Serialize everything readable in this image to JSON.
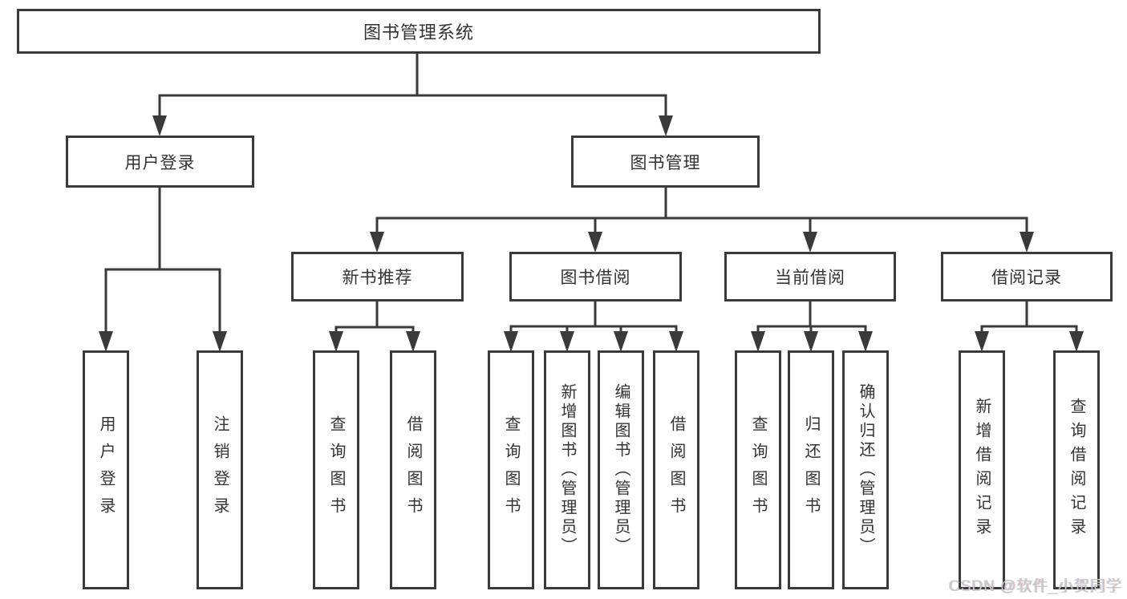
{
  "diagram": {
    "root": {
      "label": "图书管理系统"
    },
    "level2": [
      {
        "label": "用户登录"
      },
      {
        "label": "图书管理"
      }
    ],
    "level3": [
      {
        "label": "新书推荐"
      },
      {
        "label": "图书借阅"
      },
      {
        "label": "当前借阅"
      },
      {
        "label": "借阅记录"
      }
    ],
    "leaves": {
      "login": [
        {
          "label": "用户登录"
        },
        {
          "label": "注销登录"
        }
      ],
      "recommend": [
        {
          "label": "查询图书"
        },
        {
          "label": "借阅图书"
        }
      ],
      "borrow": [
        {
          "label": "查询图书"
        },
        {
          "label": "新增图书（管理员）"
        },
        {
          "label": "编辑图书（管理员）"
        },
        {
          "label": "借阅图书"
        }
      ],
      "current": [
        {
          "label": "查询图书"
        },
        {
          "label": "归还图书"
        },
        {
          "label": "确认归还（管理员）"
        }
      ],
      "records": [
        {
          "label": "新增借阅记录"
        },
        {
          "label": "查询借阅记录"
        }
      ]
    },
    "colors": {
      "line": "#3a3a3a",
      "text": "#333333",
      "background": "#ffffff",
      "watermark": "#c9c9c9"
    },
    "watermark": "CSDN @软件_小贺同学"
  }
}
